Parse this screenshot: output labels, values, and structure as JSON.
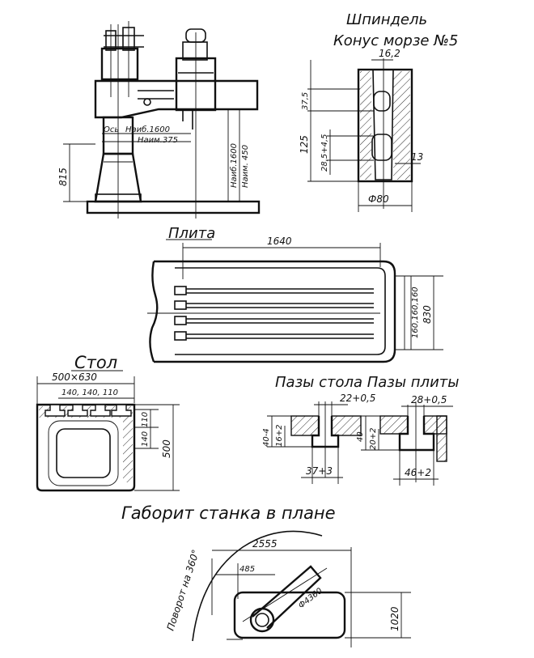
{
  "spindle": {
    "title": "Шпиндель",
    "subtitle": "Конус морзе №5",
    "dim_width": "16,2",
    "dim_top": "37,5",
    "dim_height": "125",
    "dim_slot": "28,5+4,5",
    "dim_side": "13",
    "dim_diam": "Ф80"
  },
  "machine": {
    "dim_base": "815",
    "max_reach": "Наиб.1600",
    "min_reach": "Наим.375",
    "max_height": "Наиб.1600",
    "min_height": "Наим. 450",
    "axis_label": "Ось"
  },
  "plate": {
    "title": "Плита",
    "dim_length": "1640",
    "dim_width": "830",
    "dim_slots": "160,160,160"
  },
  "table": {
    "title": "Стол",
    "size": "500×630",
    "dim_slots": "140, 140, 110",
    "dim_side_a": "110",
    "dim_side_b": "140",
    "dim_height": "500"
  },
  "slots": {
    "title": "Пазы стола Пазы плиты",
    "table_width": "22+0,5",
    "table_depth_a": "40-4",
    "table_depth_b": "16+2",
    "table_bottom": "37+3",
    "plate_width": "28+0,5",
    "plate_depth_a": "40",
    "plate_depth_b": "20+2",
    "plate_bottom": "46+2"
  },
  "plan": {
    "title": "Габорит станка в плане",
    "rotation": "Поворот на 360°",
    "dim_overall": "2555",
    "dim_offset": "485",
    "dim_radius": "Ф4360",
    "dim_depth": "1020"
  }
}
